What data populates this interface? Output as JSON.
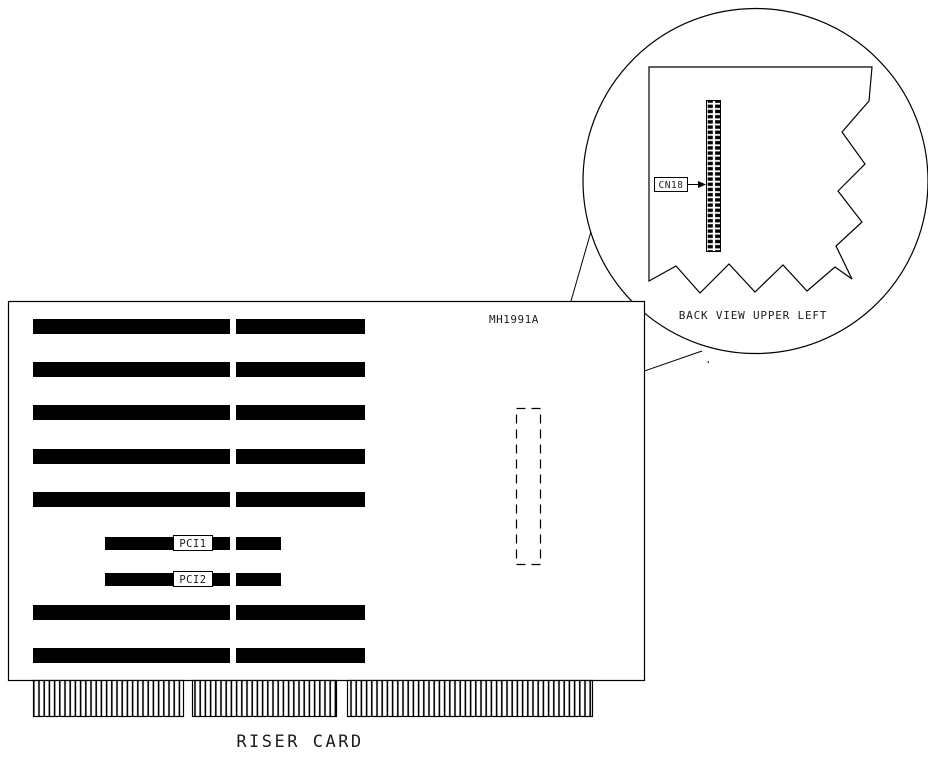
{
  "diagram": {
    "caption": "RISER CARD",
    "board_label": "MH1991A",
    "detail": {
      "view_label": "BACK VIEW UPPER LEFT",
      "connector_label": "CN18"
    },
    "slots": {
      "pci1": "PCI1",
      "pci2": "PCI2"
    },
    "stray_mark": "."
  }
}
